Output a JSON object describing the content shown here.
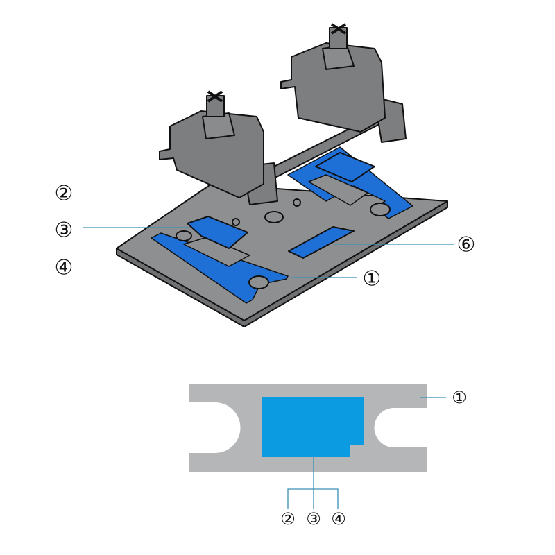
{
  "colors": {
    "blue": "#0a9be0",
    "plate_blue": "#1e6fd6",
    "gray": "#b4b6b7",
    "plate": "#8e8f90",
    "switch": "#7d7e80",
    "leader": "#3a8fb5"
  },
  "top_diagram": {
    "labels": {
      "l2": "②",
      "l3": "③",
      "l4": "④",
      "l6": "⑥",
      "l1": "①"
    }
  },
  "bottom_diagram": {
    "labels": {
      "l1": "①",
      "l2": "②",
      "l3": "③",
      "l4": "④"
    }
  }
}
